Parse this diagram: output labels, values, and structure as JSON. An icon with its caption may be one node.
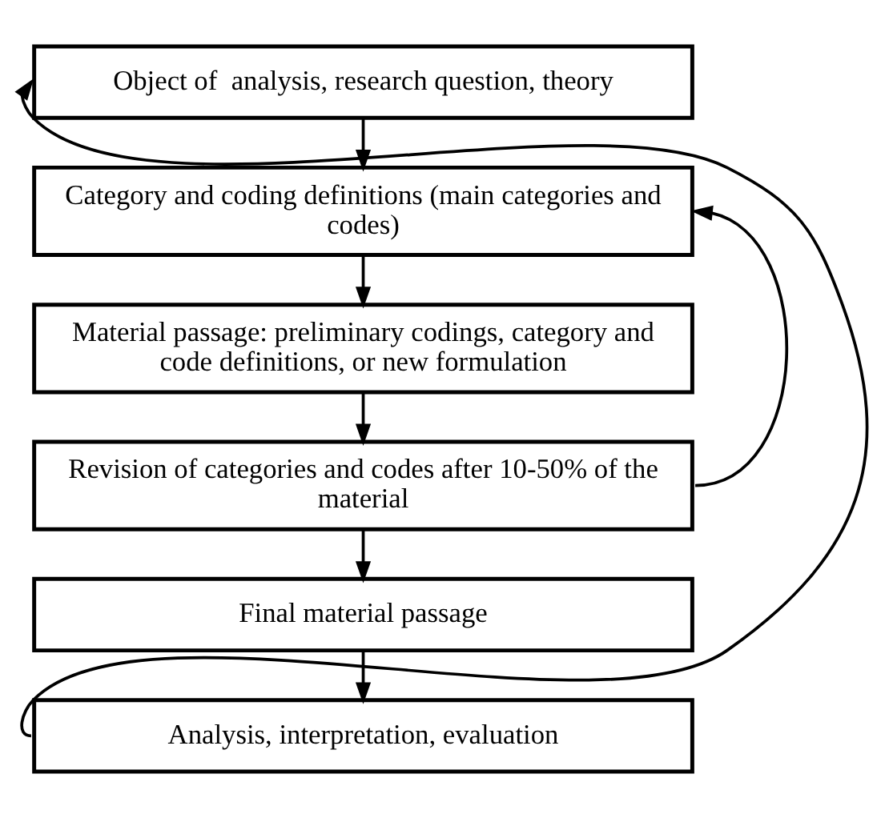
{
  "diagram": {
    "nodes": [
      {
        "text": [
          "Object of  analysis, research question, theory"
        ]
      },
      {
        "text": [
          "Category and coding definitions (main categories and codes)"
        ]
      },
      {
        "text": [
          "Material passage: preliminary codings, category and code definitions, or new formulation"
        ]
      },
      {
        "text": [
          "Revision of categories and codes after 10-50% of the material"
        ]
      },
      {
        "text": [
          "Final material passage"
        ]
      },
      {
        "text": [
          "Analysis, interpretation, evaluation"
        ]
      }
    ],
    "edges": [
      {
        "from": 0,
        "to": 1,
        "arrow": "to"
      },
      {
        "from": 1,
        "to": 2,
        "arrow": "to"
      },
      {
        "from": 2,
        "to": 3,
        "arrow": "to"
      },
      {
        "from": 3,
        "to": 4,
        "arrow": "to"
      },
      {
        "from": 4,
        "to": 5,
        "arrow": "to"
      },
      {
        "from": 5,
        "to": 0,
        "arrow": "to"
      },
      {
        "from": 3,
        "to": 1,
        "arrow": "to"
      }
    ]
  }
}
